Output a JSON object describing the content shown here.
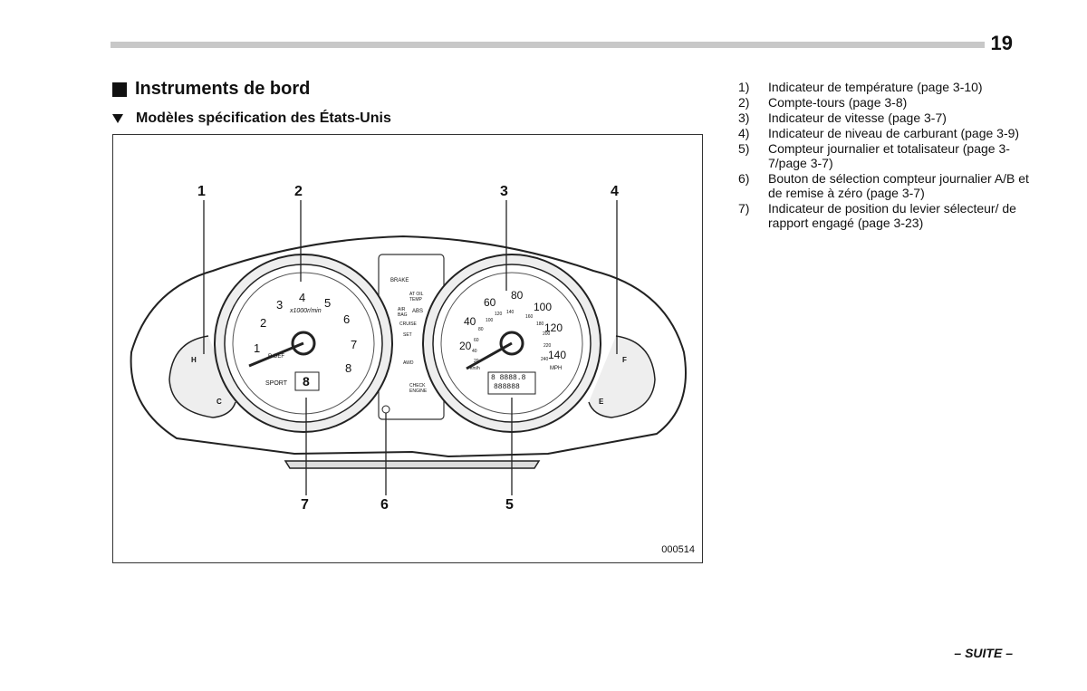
{
  "header": {
    "page_number": "19"
  },
  "section": {
    "title": "Instruments de bord",
    "subtitle": "Modèles spécification des États-Unis"
  },
  "figure": {
    "id": "000514",
    "callouts": [
      "1",
      "2",
      "3",
      "4",
      "5",
      "6",
      "7"
    ],
    "tach_labels": [
      "1",
      "2",
      "3",
      "4",
      "5",
      "6",
      "7",
      "8"
    ],
    "tach_unit": "x1000r/min",
    "speed_labels": [
      "20",
      "40",
      "60",
      "80",
      "100",
      "120",
      "140"
    ],
    "speed_unit": "MPH",
    "speed_inner_labels": [
      "20",
      "40",
      "60",
      "80",
      "100",
      "120",
      "140",
      "160",
      "180",
      "200",
      "220",
      "240"
    ],
    "speed_inner_unit": "km/h",
    "warning_labels": [
      "BRAKE",
      "AT OIL TEMP",
      "AIR BAG",
      "ABS",
      "CRUISE",
      "SET",
      "AWD",
      "CHECK ENGINE"
    ],
    "gear_text": "SPORT",
    "gear_digit": "8",
    "rdef_label": "R DEF",
    "odometer_top": "8 8888.8",
    "odometer_bottom": "888888",
    "temp_labels": [
      "H",
      "C"
    ],
    "fuel_labels": [
      "F",
      "E"
    ]
  },
  "legend": [
    {
      "num": "1)",
      "text": "Indicateur de température (page 3-10)"
    },
    {
      "num": "2)",
      "text": "Compte-tours (page 3-8)"
    },
    {
      "num": "3)",
      "text": "Indicateur de vitesse (page 3-7)"
    },
    {
      "num": "4)",
      "text": "Indicateur de niveau de carburant (page 3-9)"
    },
    {
      "num": "5)",
      "text": "Compteur journalier et totalisateur (page 3-7/page 3-7)"
    },
    {
      "num": "6)",
      "text": "Bouton de sélection compteur journalier A/B et de remise à zéro (page 3-7)"
    },
    {
      "num": "7)",
      "text": "Indicateur de position du levier sélecteur/ de rapport engagé (page 3-23)"
    }
  ],
  "footer": {
    "continued": "– SUITE –"
  }
}
